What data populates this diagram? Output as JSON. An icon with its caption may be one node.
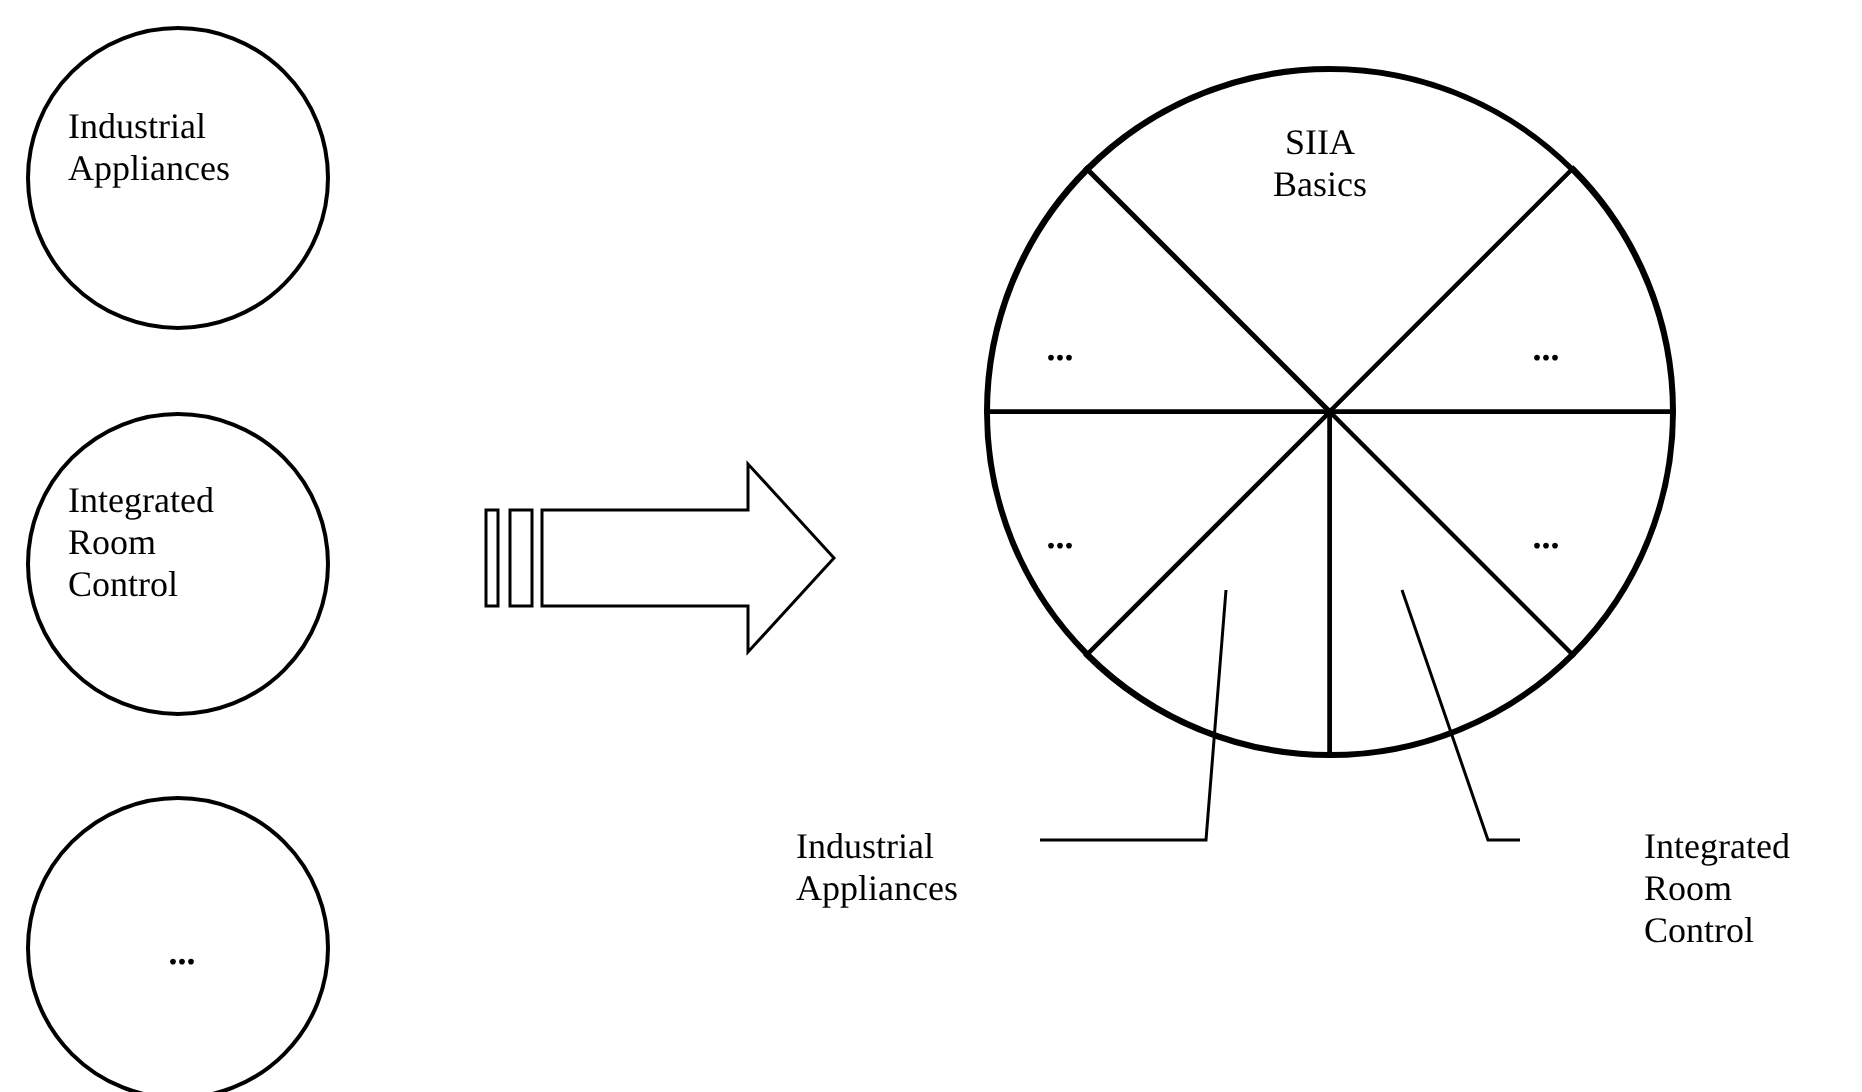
{
  "diagram": {
    "nodes": [
      {
        "text": [
          "Industrial Appliances"
        ]
      },
      {
        "text": [
          "Integrated Room Control"
        ]
      },
      {
        "text": [
          "..."
        ]
      },
      {
        "text": [],
        "shape": "circle"
      },
      {
        "text": [
          "SIIA Basics"
        ],
        "in": 3
      },
      {
        "text": [
          "..."
        ],
        "in": 3
      },
      {
        "text": [
          "..."
        ],
        "in": 3
      },
      {
        "text": [
          "..."
        ],
        "in": 3
      },
      {
        "text": [
          "..."
        ],
        "in": 3
      },
      {
        "text": [],
        "shape": "sector",
        "in": 3
      },
      {
        "text": [],
        "shape": "sector",
        "in": 3
      },
      {
        "text": [
          "Industrial Appliances"
        ]
      },
      {
        "text": [
          "Integrated Room Control"
        ]
      }
    ],
    "edges": [
      {
        "from": 1,
        "to": 3,
        "arrow": "to",
        "style": "thick"
      },
      {
        "from": 11,
        "to": 9,
        "arrow": "none"
      },
      {
        "from": 12,
        "to": 10,
        "arrow": "none"
      }
    ]
  }
}
